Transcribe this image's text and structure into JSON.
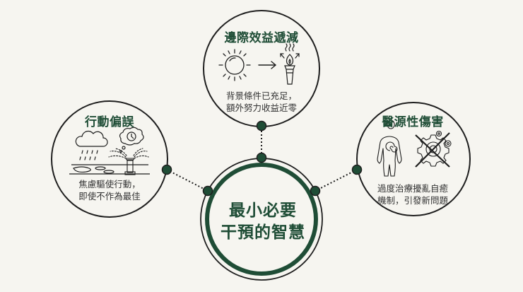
{
  "colors": {
    "background": "#f6f5f0",
    "accent_green": "#1f4d36",
    "line": "#1e1e1e",
    "text": "#333333"
  },
  "center": {
    "title_line1": "最小必要",
    "title_line2": "干預的智慧"
  },
  "nodes": [
    {
      "id": "top",
      "title": "邊際效益遞減",
      "desc_line1": "背景條件已充足，",
      "desc_line2": "額外努力收益近零",
      "icons": [
        "sun-icon",
        "arrow-right-icon",
        "torch-icon"
      ]
    },
    {
      "id": "left",
      "title": "行動偏誤",
      "desc_line1": "焦慮驅使行動，",
      "desc_line2": "即使不作為最佳",
      "icons": [
        "rain-cloud-icon",
        "thought-bubble-clock-icon",
        "sprinkler-icon"
      ]
    },
    {
      "id": "right",
      "title": "醫源性傷害",
      "desc_line1": "過度治療擾亂自癒",
      "desc_line2": "機制，引發新問題",
      "icons": [
        "human-body-spiral-icon",
        "crossed-gear-icon"
      ]
    }
  ]
}
